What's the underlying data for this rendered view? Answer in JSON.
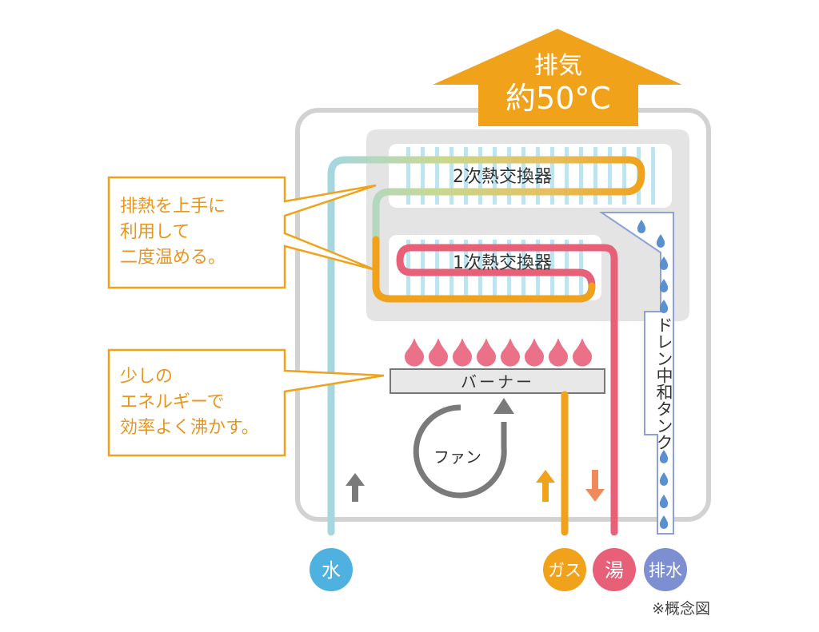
{
  "exhaust": {
    "line1": "排気",
    "line2": "約50°C"
  },
  "callouts": [
    {
      "lines": [
        "排熱を上手に",
        "利用して",
        "二度温める。"
      ]
    },
    {
      "lines": [
        "少しの",
        "エネルギーで",
        "効率よく沸かす。"
      ]
    }
  ],
  "heat_exchangers": {
    "secondary": "2次熱交換器",
    "primary": "1次熱交換器"
  },
  "burner": "バーナー",
  "fan": "ファン",
  "drain_tank": "ドレン中和タンク",
  "ports": {
    "water": "水",
    "gas": "ガス",
    "hot_water": "湯",
    "drain": "排水"
  },
  "note": "※概念図",
  "colors": {
    "exhaust": "#f0a21b",
    "callout_border": "#f0a21b",
    "callout_text": "#e8961e",
    "water": "#8fcde3",
    "water_badge": "#4fb1df",
    "gas": "#f0a21b",
    "hot": "#e85f78",
    "hot_arrow": "#f08a5d",
    "drain_badge": "#7d8fd0",
    "flame": "#ea7188",
    "fan": "#7a7a7a",
    "casing": "#d2d2d2",
    "heat_panel": "#e4e4e4",
    "fin": "#bfe3ef"
  }
}
